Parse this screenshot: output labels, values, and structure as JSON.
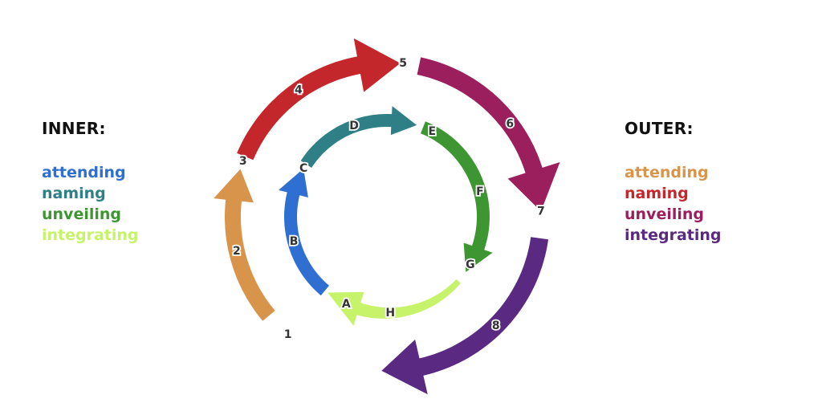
{
  "legend_inner": {
    "title": "INNER:",
    "items": [
      {
        "label": "attending",
        "color": "#2f6fd1"
      },
      {
        "label": "naming",
        "color": "#2e8086"
      },
      {
        "label": "unveiling",
        "color": "#3e9632"
      },
      {
        "label": "integrating",
        "color": "#c7f36a"
      }
    ]
  },
  "legend_outer": {
    "title": "OUTER:",
    "items": [
      {
        "label": "attending",
        "color": "#d9944b"
      },
      {
        "label": "naming",
        "color": "#c3272b"
      },
      {
        "label": "unveiling",
        "color": "#9a1f5c"
      },
      {
        "label": "integrating",
        "color": "#5a2a82"
      }
    ]
  },
  "inner_ring": {
    "stage_colors": [
      "#2f6fd1",
      "#2e8086",
      "#3e9632",
      "#c7f36a"
    ],
    "labels": [
      "A",
      "B",
      "C",
      "D",
      "E",
      "F",
      "G",
      "H"
    ]
  },
  "outer_ring": {
    "stage_colors": [
      "#d9944b",
      "#c3272b",
      "#9a1f5c",
      "#5a2a82"
    ],
    "labels": [
      "1",
      "2",
      "3",
      "4",
      "5",
      "6",
      "7",
      "8"
    ]
  }
}
